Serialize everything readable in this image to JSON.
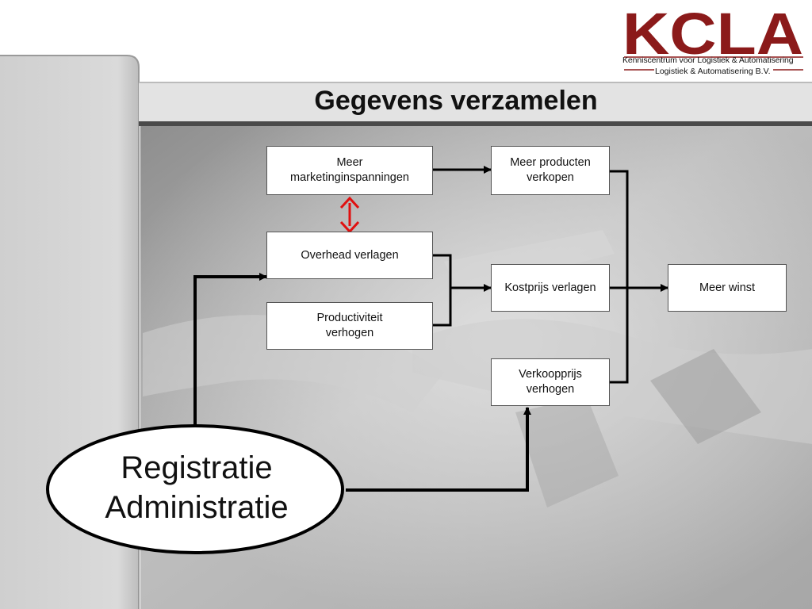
{
  "logo": {
    "wordmark": "KCLA",
    "subtitle_line1": "Kenniscentrum voor Logistiek & Automatisering",
    "subtitle_line2": "Logistiek & Automatisering B.V.",
    "color": "#8b1a1a"
  },
  "title": "Gegevens verzamelen",
  "nodes": {
    "marketing": "Meer\nmarketinginspanningen",
    "producten": "Meer producten\nverkopen",
    "overhead": "Overhead verlagen",
    "productiviteit": "Productiviteit\nverhogen",
    "kostprijs": "Kostprijs verlagen",
    "winst": "Meer winst",
    "verkoopprijs": "Verkoopprijs\nverhogen"
  },
  "ellipse": {
    "line1": "Registratie",
    "line2": "Administratie"
  },
  "colors": {
    "accent_red": "#e01010",
    "line": "#000000"
  }
}
